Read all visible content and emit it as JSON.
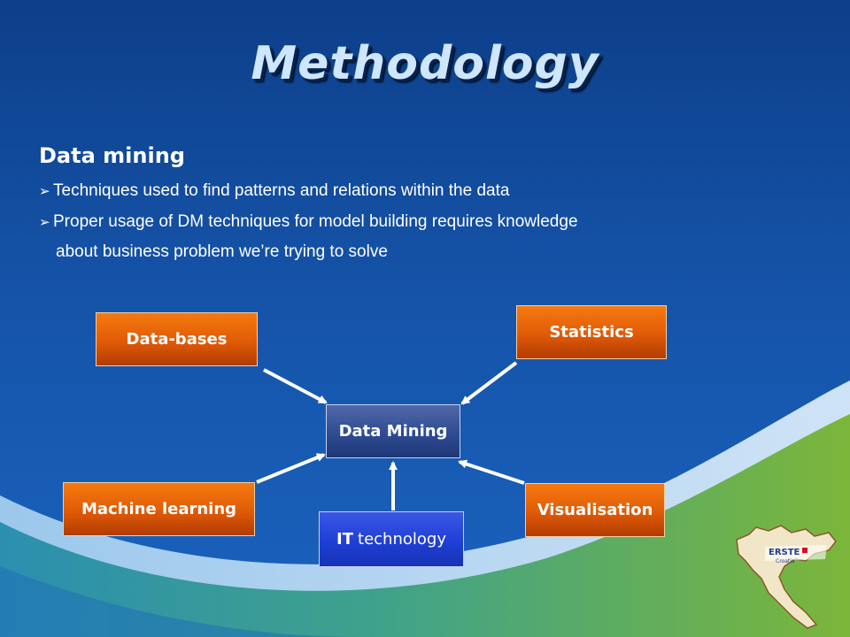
{
  "slide": {
    "title": "Methodology",
    "section_heading": "Data mining",
    "bullets": [
      "Techniques used to find patterns and relations within the data",
      "Proper usage of DM techniques for model building requires knowledge"
    ],
    "bullet_continuation": "about business problem we’re trying to solve"
  },
  "diagram": {
    "center": "Data Mining",
    "nodes": {
      "databases": "Data-bases",
      "statistics": "Statistics",
      "machine_learning": "Machine learning",
      "visualisation": "Visualisation",
      "it_bold": "IT",
      "it_rest": "technology"
    }
  },
  "logo": {
    "brand": "ERSTE",
    "country": "Croatia"
  },
  "colors": {
    "background": "#1553a8",
    "node_orange": "#e05a06",
    "node_center": "#2e4c92",
    "node_blue": "#1f3fd6",
    "arrow": "#ffffff",
    "title": "#cfe6ff"
  }
}
